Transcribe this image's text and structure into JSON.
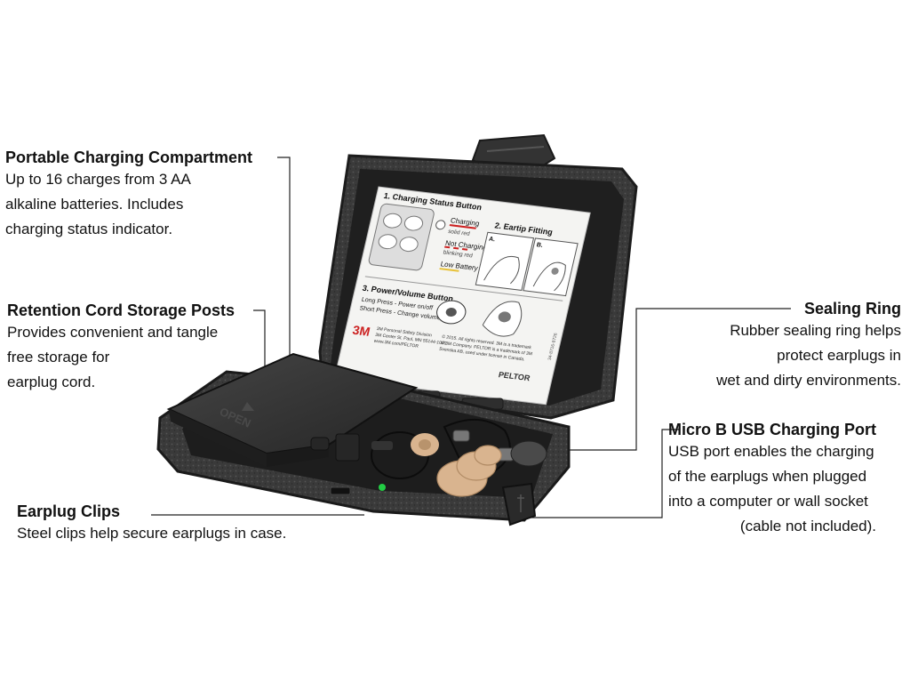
{
  "callouts": [
    {
      "id": "charging-compartment",
      "title": "Portable Charging Compartment",
      "lines": [
        "Up to 16 charges from 3 AA",
        "alkaline batteries.  Includes",
        "charging status indicator."
      ]
    },
    {
      "id": "retention-cord",
      "title": "Retention Cord Storage Posts",
      "lines": [
        "Provides convenient and tangle",
        "free storage for",
        "earplug cord."
      ]
    },
    {
      "id": "earplug-clips",
      "title": "Earplug Clips",
      "lines": [
        "Steel clips help secure earplugs in case."
      ]
    },
    {
      "id": "sealing-ring",
      "title": "Sealing Ring",
      "lines": [
        "Rubber sealing ring helps",
        "protect earplugs in",
        "wet and dirty environments."
      ]
    },
    {
      "id": "usb-port",
      "title": "Micro B USB Charging Port",
      "lines": [
        "USB port enables the charging",
        "of the earplugs  when plugged",
        "into a computer or wall socket",
        "(cable not included)."
      ]
    }
  ],
  "instruction_card": {
    "step1": "1. Charging Status Button",
    "charging": "Charging",
    "solid_red": "solid red",
    "not_charging": "Not Charging",
    "blinking_red": "blinking red",
    "low_battery": "Low Battery",
    "step2": "2. Eartip Fitting",
    "fig_a": "A.",
    "fig_b": "B.",
    "step3": "3. Power/Volume Button",
    "long_press": "Long Press - Power on/off",
    "short_press": "Short Press - Change volume",
    "brand_3m": "3M",
    "division": "3M Personal Safety Division",
    "address": "3M Center St. Paul, MN 55144-1000",
    "web": "www.3M.com/PELTOR",
    "copyright_1": "© 2015. All rights reserved. 3M is a trademark",
    "copyright_2": "of 3M Company. PELTOR is a trademark of 3M",
    "copyright_3": "Svenska AB, used under license in Canada.",
    "brand_peltor": "PELTOR",
    "part_no": "34-8716-8726"
  },
  "case_lid_label": "OPEN",
  "colors": {
    "case_dark": "#2b2b2b",
    "case_mid": "#3c3c3c",
    "case_texture": "#555555",
    "card_bg": "#f4f4f2",
    "accent_red": "#cc2222",
    "eartip_tan": "#d9b48f",
    "leader_line": "#222222"
  }
}
